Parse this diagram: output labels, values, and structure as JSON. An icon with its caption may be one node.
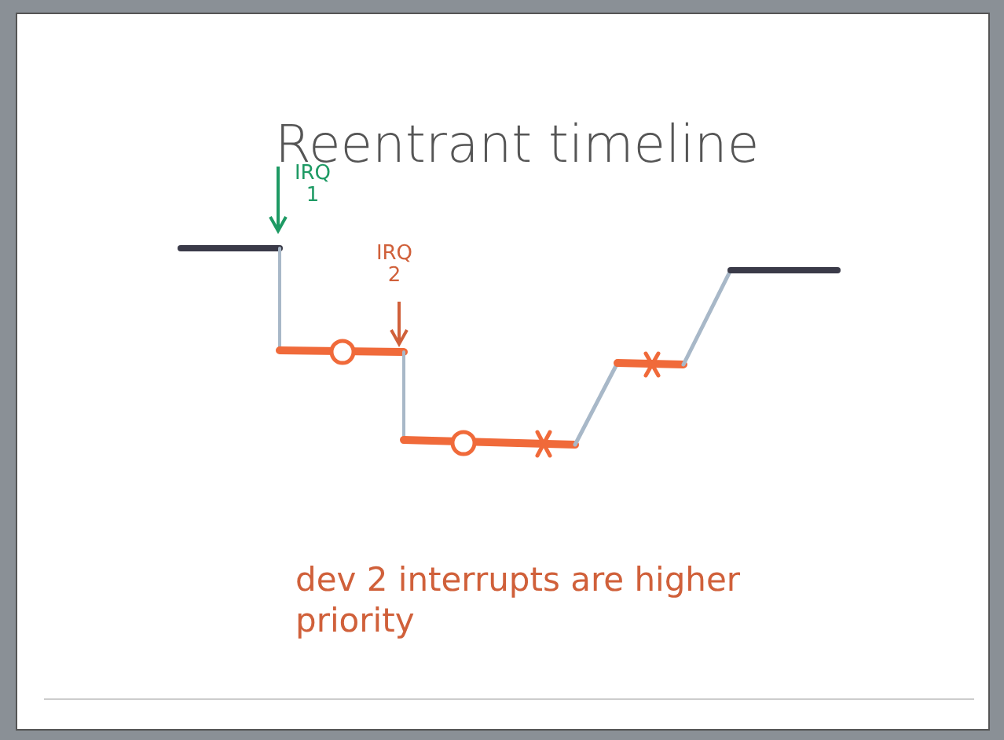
{
  "diagram": {
    "title": "Reentrant timeline",
    "labels": [
      "IRQ 1",
      "IRQ 2",
      "dev 2 interrupts are higher priority"
    ]
  }
}
